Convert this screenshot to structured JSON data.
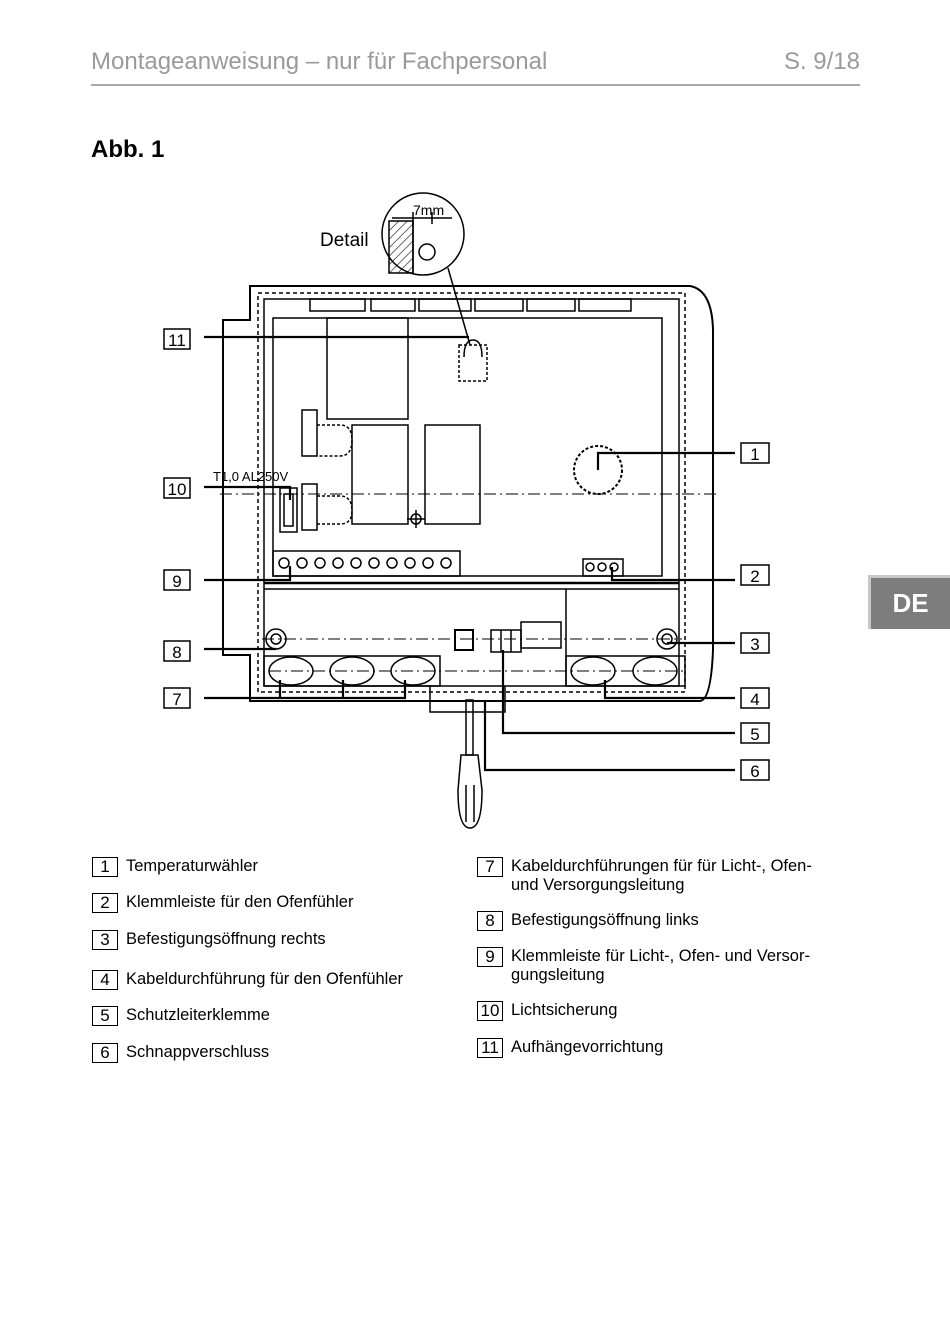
{
  "header": {
    "title": "Montageanweisung – nur für Fachpersonal",
    "page": "S. 9/18"
  },
  "figure": {
    "title": "Abb. 1",
    "detail_label": "Detail",
    "detail_dimension": "7mm",
    "fuse_rating": "T1,0 AL250V",
    "callouts": [
      "1",
      "2",
      "3",
      "4",
      "5",
      "6",
      "7",
      "8",
      "9",
      "10",
      "11"
    ]
  },
  "language_tab": "DE",
  "legend": [
    {
      "num": "1",
      "text": "Temperaturwähler"
    },
    {
      "num": "2",
      "text": "Klemmleiste für den Ofenfühler"
    },
    {
      "num": "3",
      "text": "Befestigungsöffnung rechts"
    },
    {
      "num": "4",
      "text": "Kabeldurchführung für den Ofenfühler"
    },
    {
      "num": "5",
      "text": "Schutzleiterklemme"
    },
    {
      "num": "6",
      "text": "Schnappverschluss"
    },
    {
      "num": "7",
      "text": "Kabeldurchführungen für für Licht-, Ofen-\n  und Versorgungsleitung"
    },
    {
      "num": "8",
      "text": "Befestigungsöffnung links"
    },
    {
      "num": "9",
      "text": "Klemmleiste für Licht-, Ofen- und Versor-\n  gungsleitung"
    },
    {
      "num": "10",
      "text": "Lichtsicherung"
    },
    {
      "num": "11",
      "text": "Aufhängevorrichtung"
    }
  ]
}
